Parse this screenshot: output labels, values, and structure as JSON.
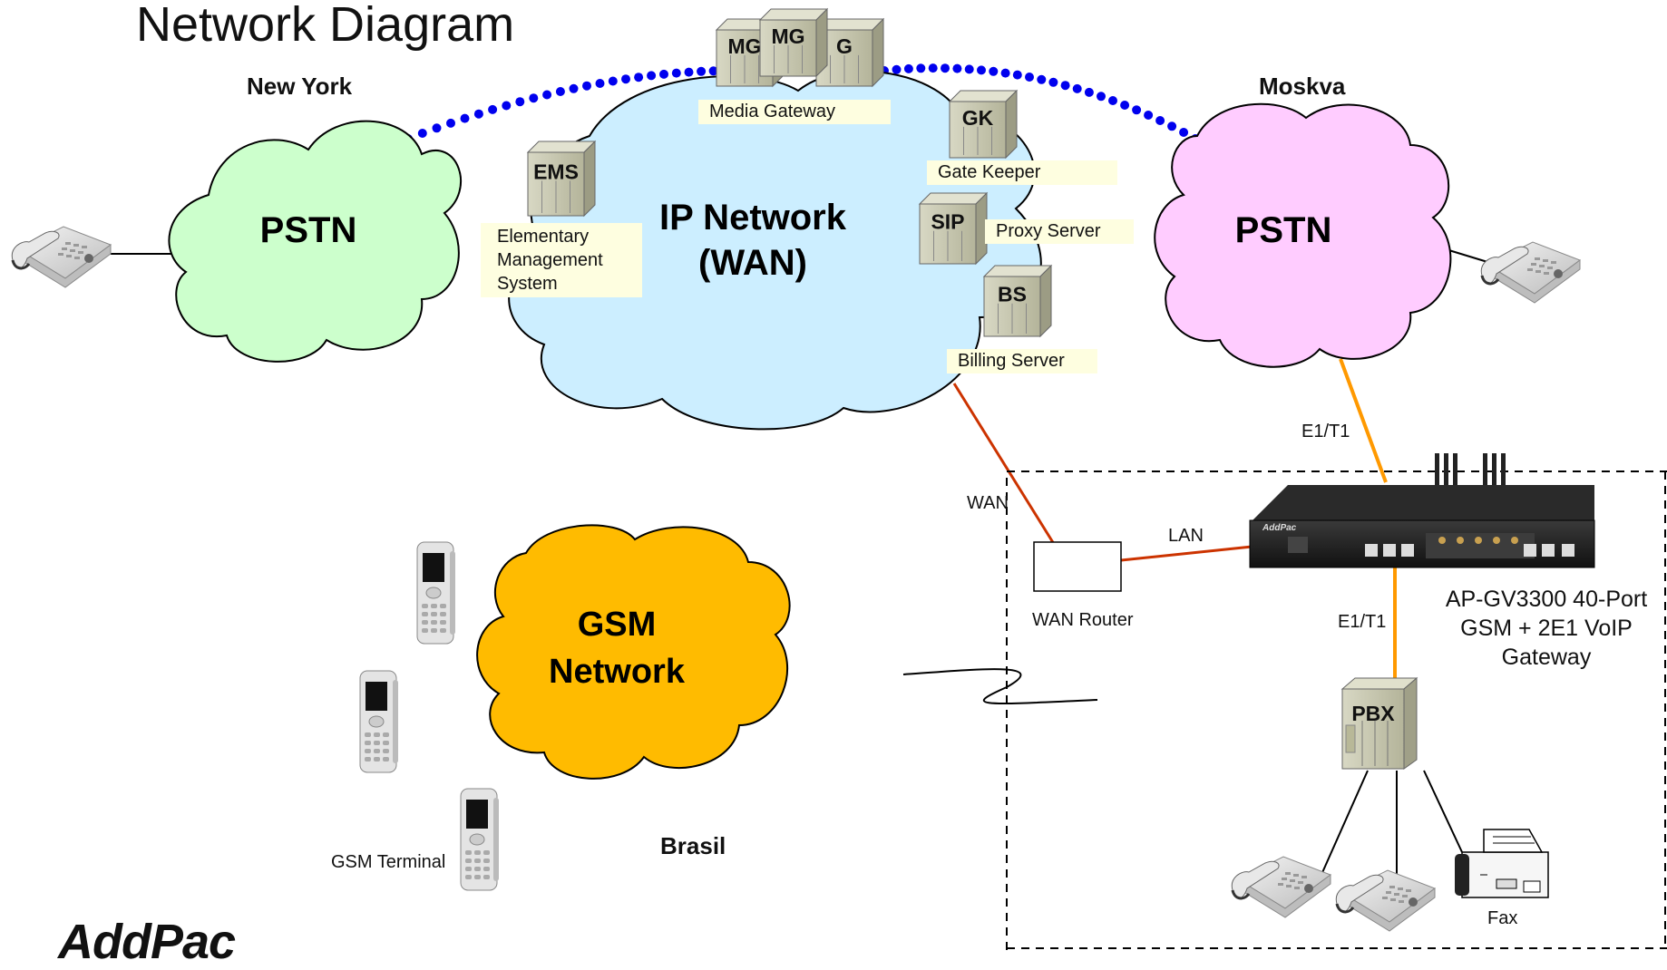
{
  "title": "Network Diagram",
  "cities": {
    "new_york": "New York",
    "moskva": "Moskva",
    "brasil": "Brasil"
  },
  "clouds": {
    "pstn_left": "PSTN",
    "ip_network_line1": "IP Network",
    "ip_network_line2": "(WAN)",
    "pstn_right": "PSTN",
    "gsm_line1": "GSM",
    "gsm_line2": "Network"
  },
  "servers": {
    "mg1": "MG",
    "mg2": "MG",
    "mg3": "G",
    "ems": "EMS",
    "gk": "GK",
    "sip": "SIP",
    "bs": "BS",
    "pbx": "PBX"
  },
  "labels": {
    "media_gateway": "Media Gateway",
    "gate_keeper": "Gate Keeper",
    "proxy_server": "Proxy Server",
    "billing_server": "Billing Server",
    "ems_line1": "Elementary",
    "ems_line2": "Management",
    "ems_line3": "System",
    "wan": "WAN",
    "lan": "LAN",
    "e1t1_top": "E1/T1",
    "e1t1_bottom": "E1/T1",
    "wan_router": "WAN Router",
    "gsm_terminal": "GSM Terminal",
    "fax": "Fax",
    "gateway_line1": "AP-GV3300 40-Port",
    "gateway_line2": "GSM + 2E1  VoIP",
    "gateway_line3": "Gateway",
    "device_brand": "AddPac",
    "logo": "AddPac"
  },
  "colors": {
    "pstn_left": "#ccffcc",
    "ip_cloud": "#cceeff",
    "pstn_right": "#ffccff",
    "gsm_cloud": "#ffbb00",
    "dots": "#0000ee",
    "wan_link": "#cc3300",
    "e1_link": "#ff9900",
    "server_body": "#c8c8b0",
    "label_bg": "#fefee0"
  }
}
